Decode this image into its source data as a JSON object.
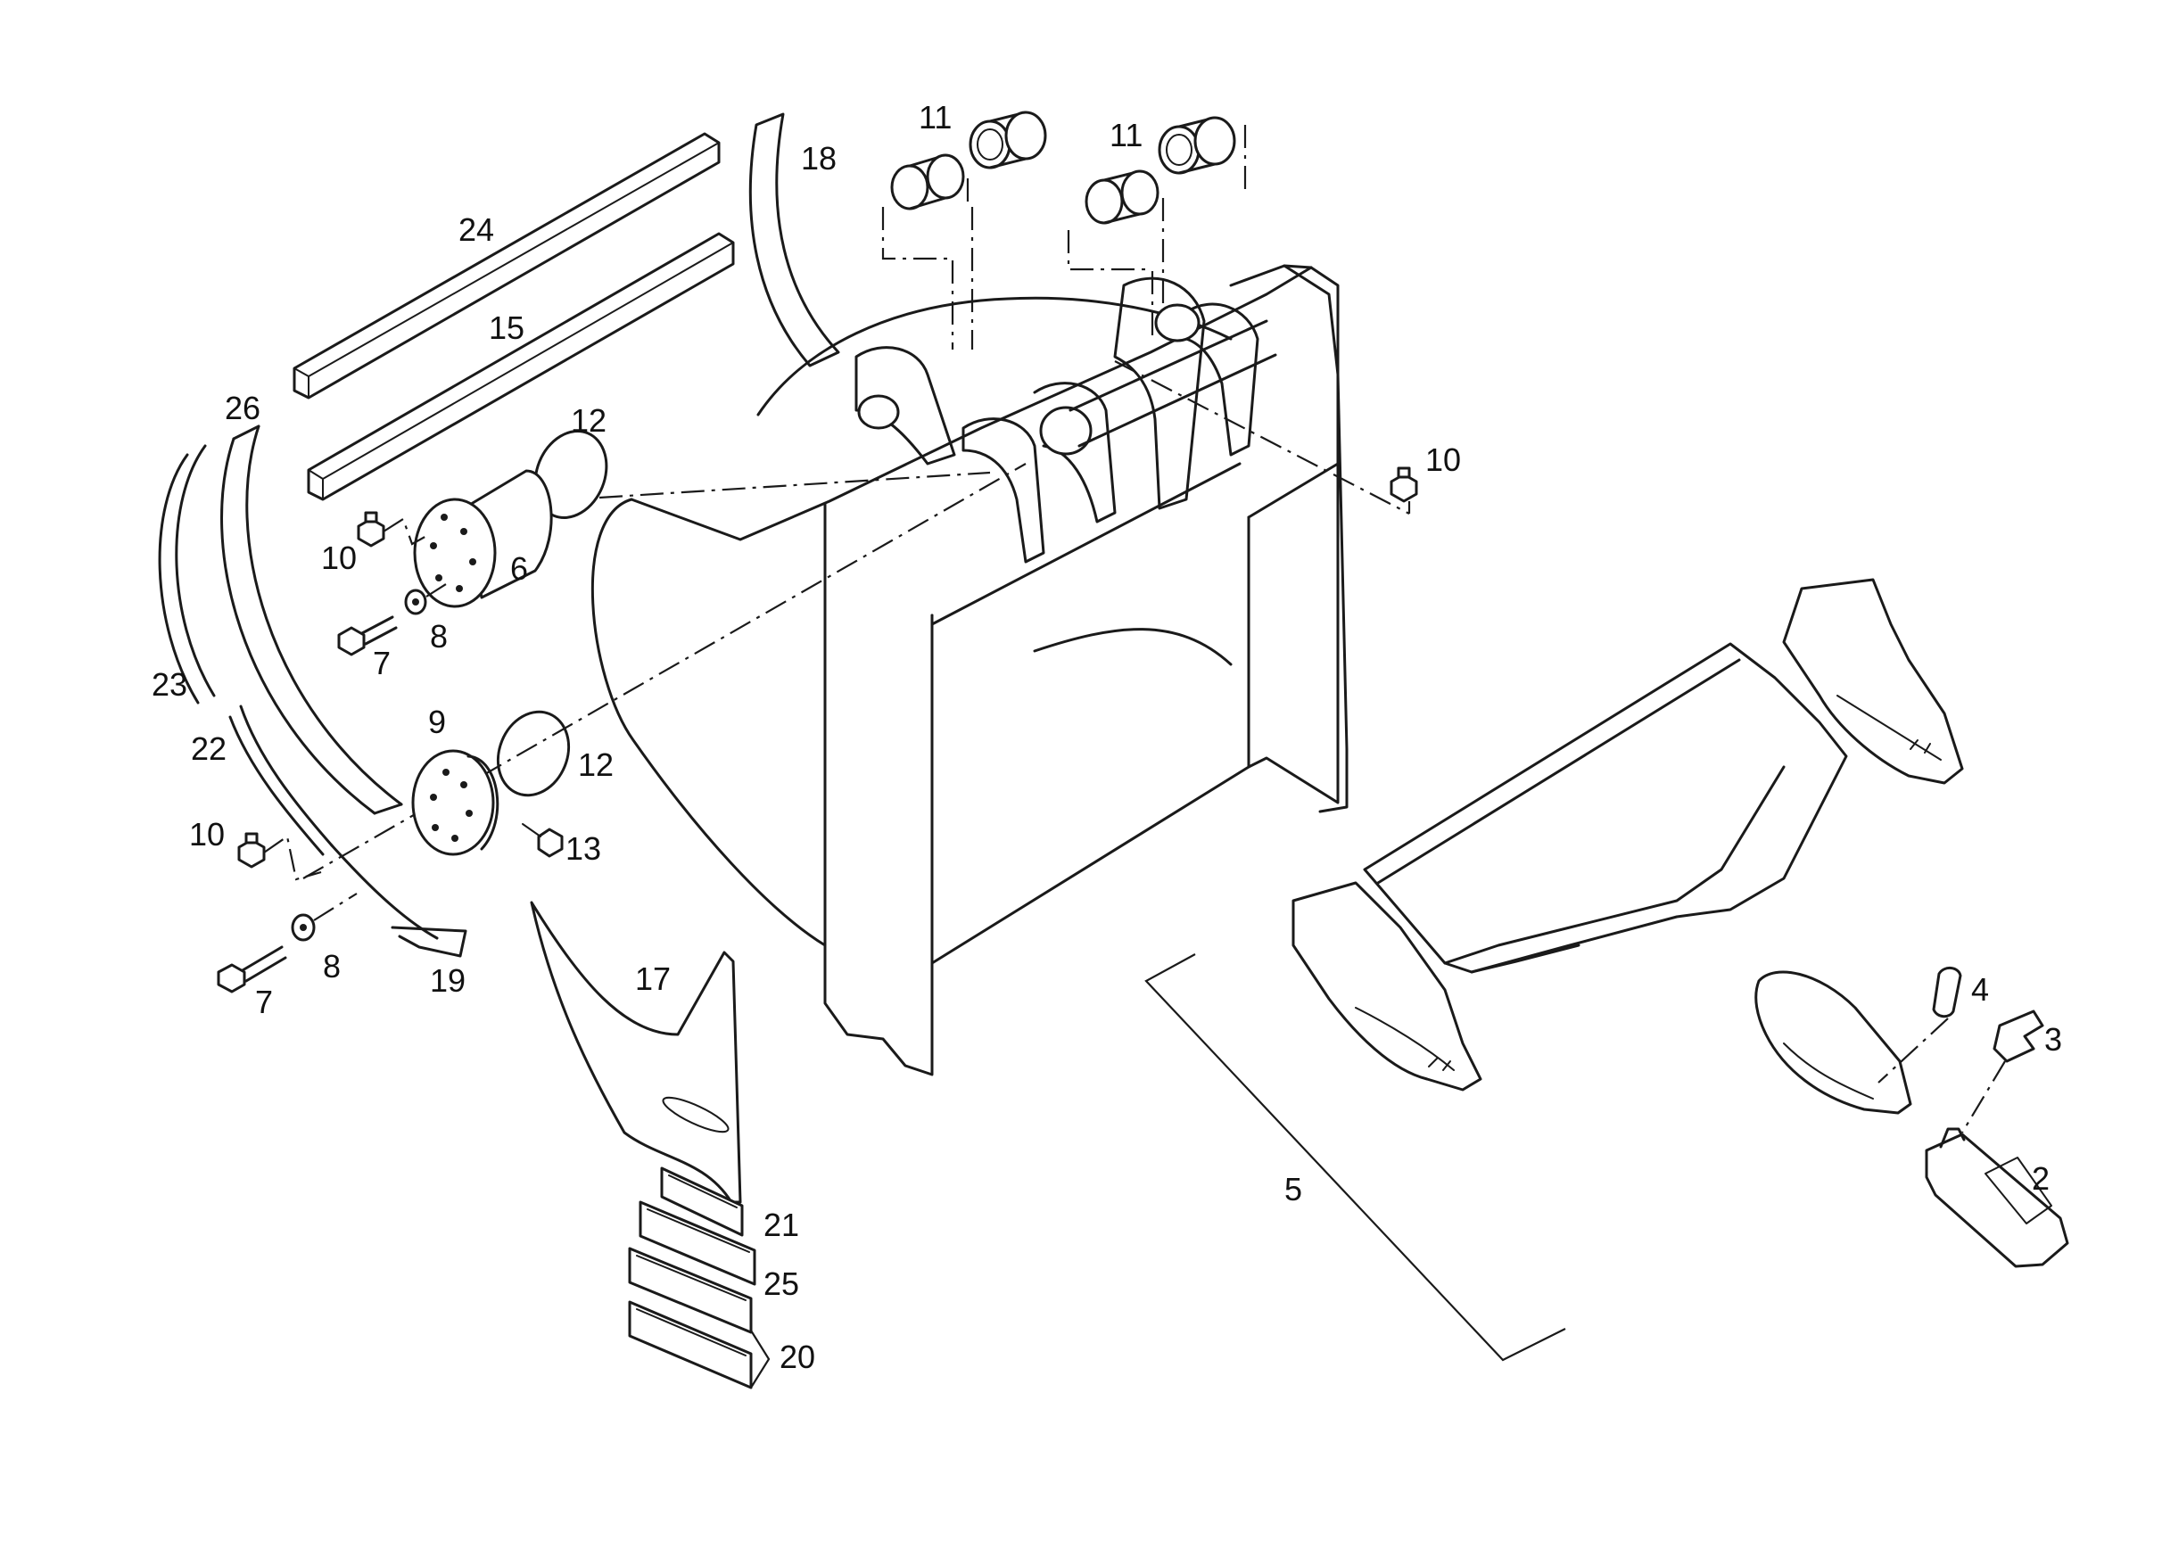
{
  "callouts": [
    {
      "id": "c2",
      "label": "2"
    },
    {
      "id": "c3",
      "label": "3"
    },
    {
      "id": "c4",
      "label": "4"
    },
    {
      "id": "c5",
      "label": "5"
    },
    {
      "id": "c6",
      "label": "6"
    },
    {
      "id": "c7a",
      "label": "7"
    },
    {
      "id": "c7b",
      "label": "7"
    },
    {
      "id": "c8a",
      "label": "8"
    },
    {
      "id": "c8b",
      "label": "8"
    },
    {
      "id": "c9",
      "label": "9"
    },
    {
      "id": "c10a",
      "label": "10"
    },
    {
      "id": "c10b",
      "label": "10"
    },
    {
      "id": "c10c",
      "label": "10"
    },
    {
      "id": "c11a",
      "label": "11"
    },
    {
      "id": "c11b",
      "label": "11"
    },
    {
      "id": "c12a",
      "label": "12"
    },
    {
      "id": "c12b",
      "label": "12"
    },
    {
      "id": "c13",
      "label": "13"
    },
    {
      "id": "c15",
      "label": "15"
    },
    {
      "id": "c17",
      "label": "17"
    },
    {
      "id": "c18",
      "label": "18"
    },
    {
      "id": "c19",
      "label": "19"
    },
    {
      "id": "c20",
      "label": "20"
    },
    {
      "id": "c21",
      "label": "21"
    },
    {
      "id": "c22",
      "label": "22"
    },
    {
      "id": "c23",
      "label": "23"
    },
    {
      "id": "c24",
      "label": "24"
    },
    {
      "id": "c25",
      "label": "25"
    },
    {
      "id": "c26",
      "label": "26"
    }
  ]
}
